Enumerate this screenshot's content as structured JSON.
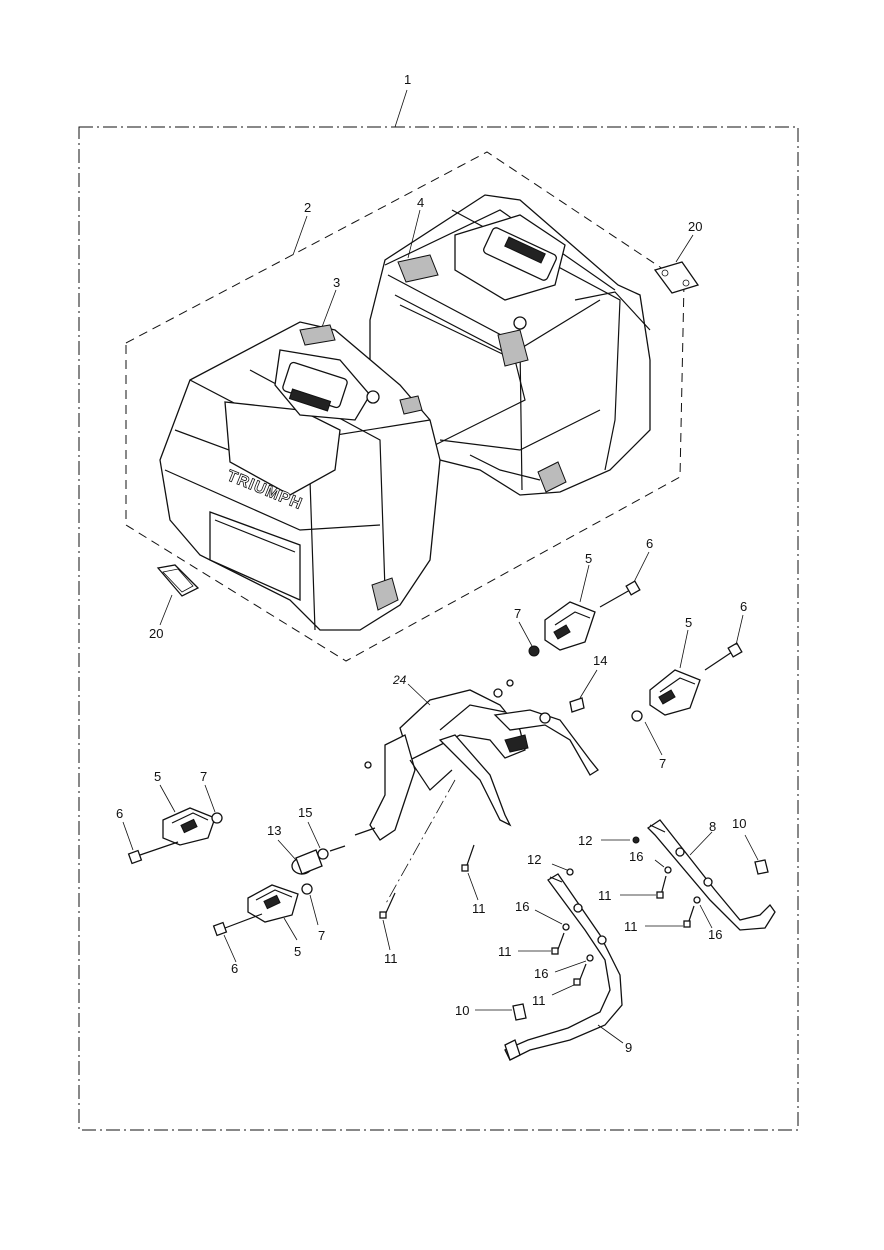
{
  "callouts": {
    "c1": "1",
    "c2": "2",
    "c3": "3",
    "c4": "4",
    "c20a": "20",
    "c20b": "20",
    "c5a": "5",
    "c6a": "6",
    "c7a": "7",
    "c5b": "5",
    "c6b": "6",
    "c7b": "7",
    "c14": "14",
    "c24": "24",
    "c5c": "5",
    "c6c": "6",
    "c7c": "7",
    "c13": "13",
    "c15": "15",
    "c5d": "5",
    "c6d": "6",
    "c7d": "7",
    "c11a": "11",
    "c11b": "11",
    "c12a": "12",
    "c8": "8",
    "c10a": "10",
    "c16a": "16",
    "c11c": "11",
    "c11d": "11",
    "c16b": "16",
    "c12b": "12",
    "c16c": "16",
    "c11e": "11",
    "c16d": "16",
    "c11f": "11",
    "c10b": "10",
    "c9": "9"
  },
  "logo_text": "TRIUMPH",
  "colors": {
    "line": "#111111",
    "background": "#ffffff"
  }
}
